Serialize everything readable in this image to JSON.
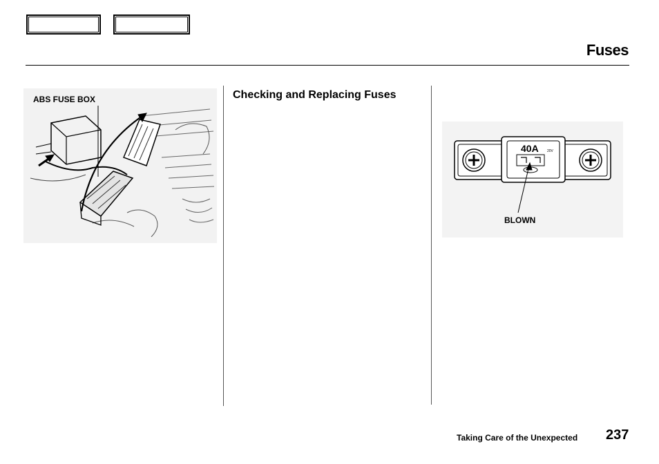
{
  "header": {
    "title": "Fuses"
  },
  "figures": {
    "engine_label": "ABS FUSE BOX",
    "fuse_rating": "40A",
    "fuse_sub": "20V",
    "blown_label": "BLOWN"
  },
  "main": {
    "section_heading": "Checking and Replacing Fuses"
  },
  "footer": {
    "section_name": "Taking Care of the Unexpected",
    "page_number": "237"
  }
}
